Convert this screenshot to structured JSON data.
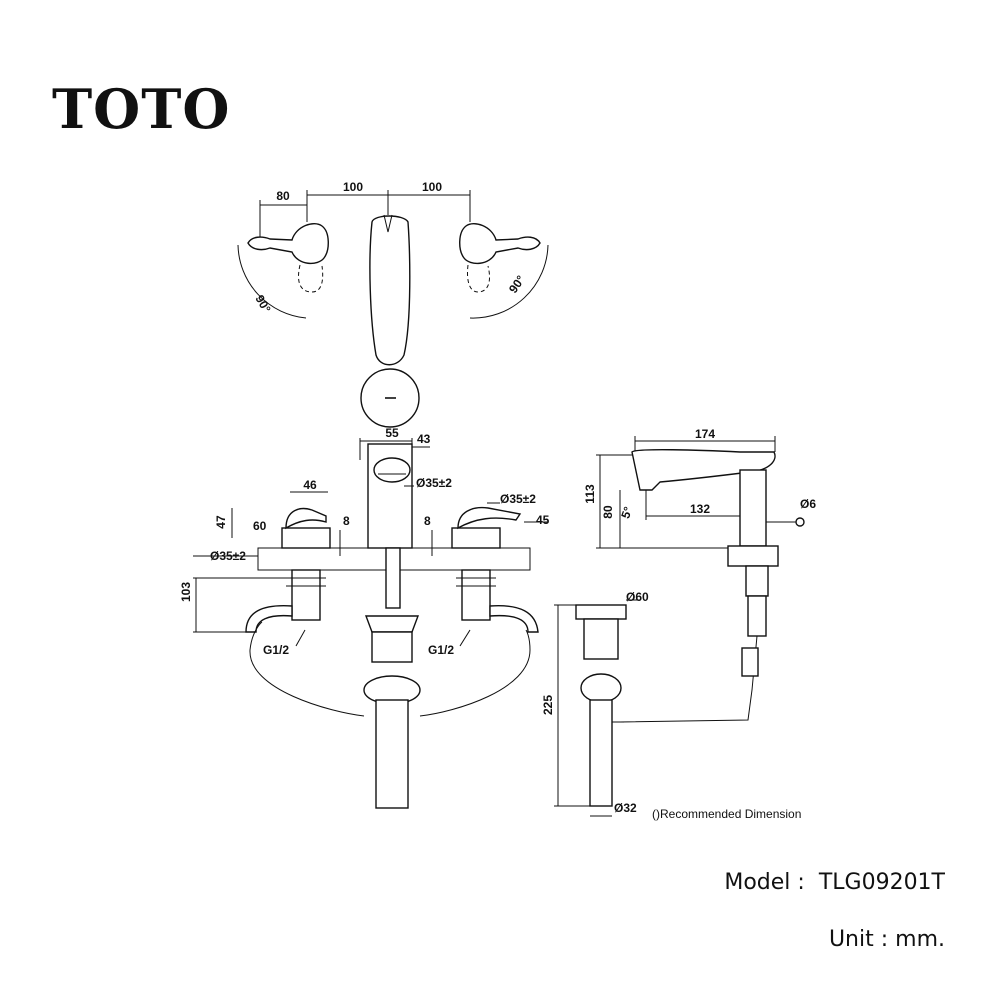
{
  "brand": "TOTO",
  "top_view": {
    "spacing_left": "80",
    "spacing_mid_left": "100",
    "spacing_mid_right": "100",
    "angle_left": "90°",
    "angle_right": "90°"
  },
  "front_view": {
    "dim_55": "55",
    "dim_43": "43",
    "dim_46": "46",
    "dim_47": "47",
    "dim_60": "60",
    "dim_8_left": "8",
    "dim_8_right": "8",
    "dim_45": "45",
    "dia_spout": "Ø35±2",
    "dia_right": "Ø35±2",
    "dia_left": "Ø35±2",
    "dim_103": "103",
    "thread_left": "G1/2",
    "thread_right": "G1/2"
  },
  "side_view": {
    "dim_174": "174",
    "dim_113": "113",
    "dim_80": "80",
    "angle": "5°",
    "dim_132": "132",
    "dia_rod": "Ø6"
  },
  "drain_view": {
    "dia_top": "Ø60",
    "dim_225": "225",
    "dia_bottom": "Ø32",
    "note": "()Recommended Dimension"
  },
  "footer": {
    "model_label": "Model :",
    "model_value": "TLG09201T",
    "unit_text": "Unit : mm."
  }
}
